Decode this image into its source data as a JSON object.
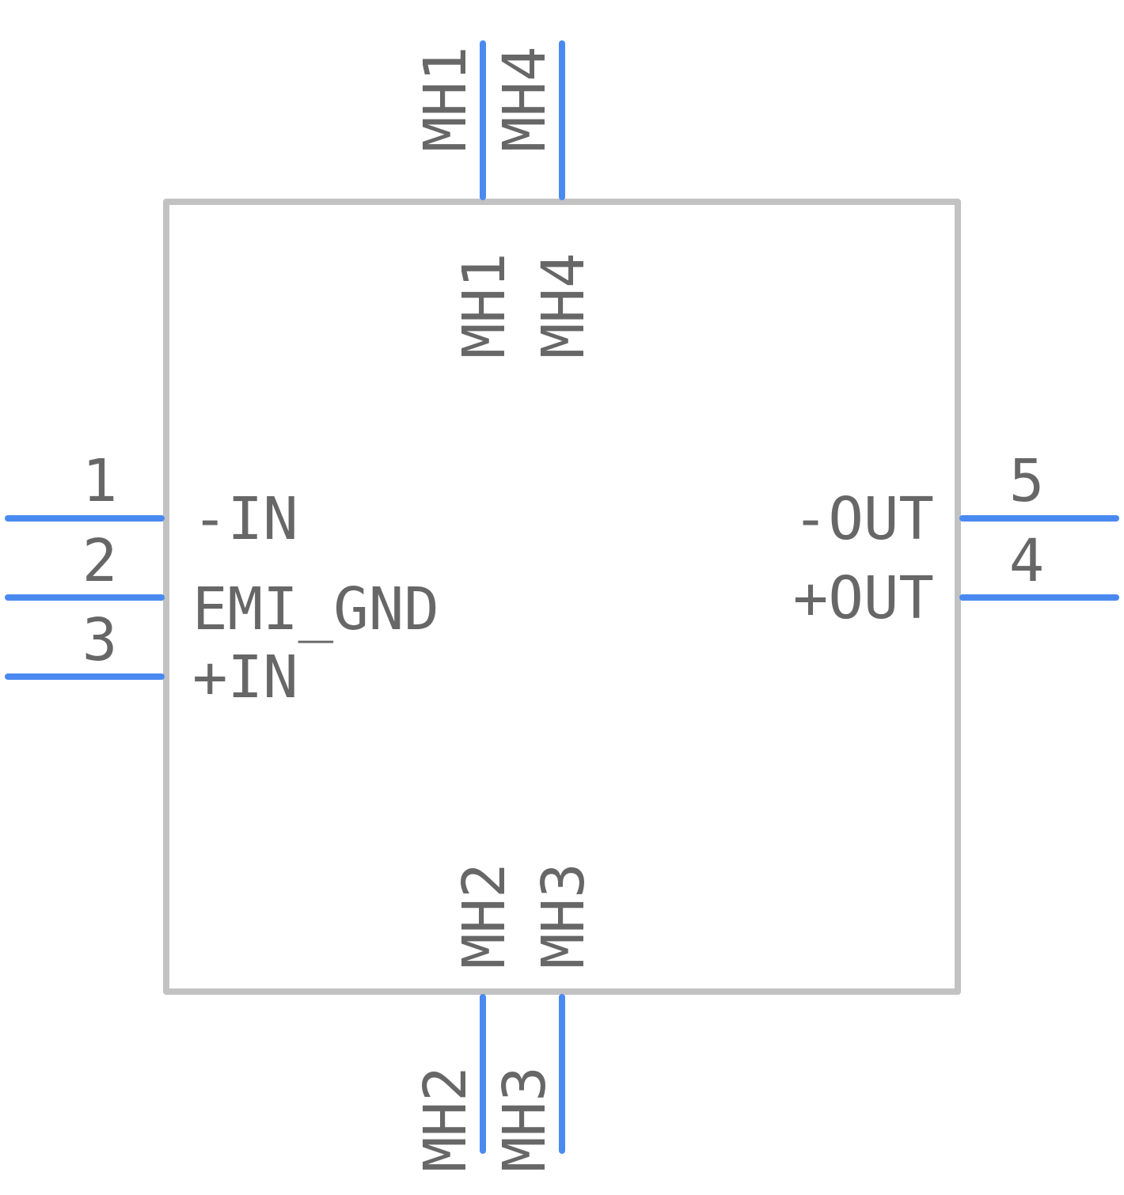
{
  "colors": {
    "pin": "#4a8af0",
    "body": "#c2c2c2",
    "text": "#676767",
    "background": "#ffffff"
  },
  "component": {
    "left_pins": [
      {
        "number": "1",
        "name": "-IN"
      },
      {
        "number": "2",
        "name": "EMI_GND"
      },
      {
        "number": "3",
        "name": "+IN"
      }
    ],
    "right_pins": [
      {
        "number": "5",
        "name": "-OUT"
      },
      {
        "number": "4",
        "name": "+OUT"
      }
    ],
    "top_pins": [
      {
        "outer_label": "MH1",
        "inner_label": "MH1"
      },
      {
        "outer_label": "MH4",
        "inner_label": "MH4"
      }
    ],
    "bottom_pins": [
      {
        "outer_label": "MH2",
        "inner_label": "MH2"
      },
      {
        "outer_label": "MH3",
        "inner_label": "MH3"
      }
    ]
  }
}
